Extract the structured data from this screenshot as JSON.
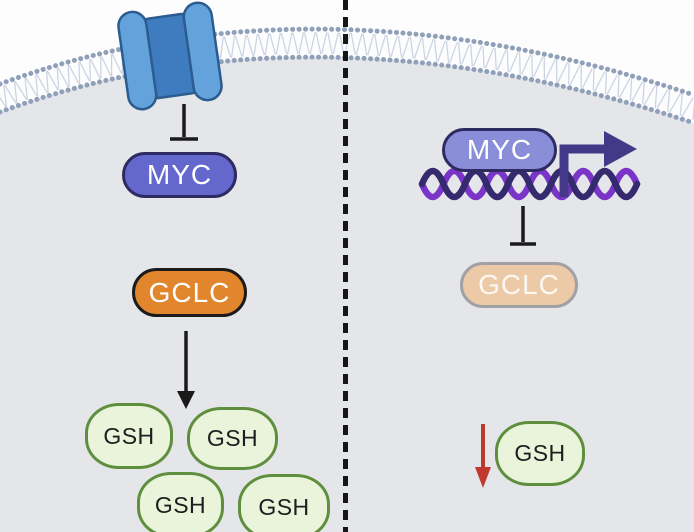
{
  "diagram": {
    "description": "Two-panel cell pathway diagram separated by a dashed divider; left: membrane receptor inhibits MYC, active GCLC produces abundant GSH; right: MYC bound to DNA with transcription arrow inhibits GCLC (inactive), GSH decreased",
    "left_panel": {
      "myc": {
        "label": "MYC"
      },
      "gclc": {
        "label": "GCLC"
      },
      "gsh": [
        {
          "label": "GSH"
        },
        {
          "label": "GSH"
        },
        {
          "label": "GSH"
        },
        {
          "label": "GSH"
        }
      ]
    },
    "right_panel": {
      "myc": {
        "label": "MYC"
      },
      "gclc": {
        "label": "GCLC"
      },
      "gsh": {
        "label": "GSH"
      }
    }
  },
  "colors": {
    "outside": "#fdfdfe",
    "cytoplasm": "#e5e6ea",
    "membrane_dot": "#8fa0b8",
    "membrane_tail": "#ccd4e3",
    "divider": "#161616",
    "line": "#1a1a1a",
    "receptor_light": "#63a2db",
    "receptor_dark": "#3e7cbf",
    "receptor_outline": "#2b5c8f",
    "myc_active_fill": "#6468cd",
    "myc_inactive_fill": "#8a8dd8",
    "myc_border": "#2e2b63",
    "gclc_active_fill": "#e1862d",
    "gclc_active_border": "#1b1b1b",
    "gclc_inactive_fill": "#edcaa7",
    "gclc_inactive_border": "#a1a1a5",
    "gclc_inactive_text": "rgba(255,255,255,0.85)",
    "gsh_fill": "#eaf4da",
    "gsh_border": "#5f8f3e",
    "gsh_text": "#1d1d1d",
    "dna_purple": "#7a35c8",
    "dna_dark": "#342a6d",
    "transcription_arrow": "#443889",
    "down_arrow_red": "#bf3a2d",
    "label_text": "#ffffff"
  }
}
